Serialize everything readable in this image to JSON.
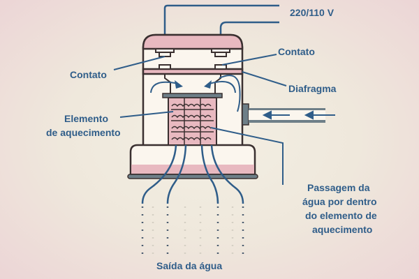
{
  "labels": {
    "voltage": "220/110 V",
    "contact_right": "Contato",
    "contact_left": "Contato",
    "diaphragm": "Diafragma",
    "element_line1": "Elemento",
    "element_line2": "de aquecimento",
    "passage_line1": "Passagem da",
    "passage_line2": "água por dentro",
    "passage_line3": "do elemento de",
    "passage_line4": "aquecimento",
    "outlet": "Saída da água"
  },
  "colors": {
    "text": "#2f5d89",
    "pink": "#e8b9c0",
    "cream": "#fbf6ee",
    "outline": "#3a3030",
    "gray": "#6e7f88"
  }
}
